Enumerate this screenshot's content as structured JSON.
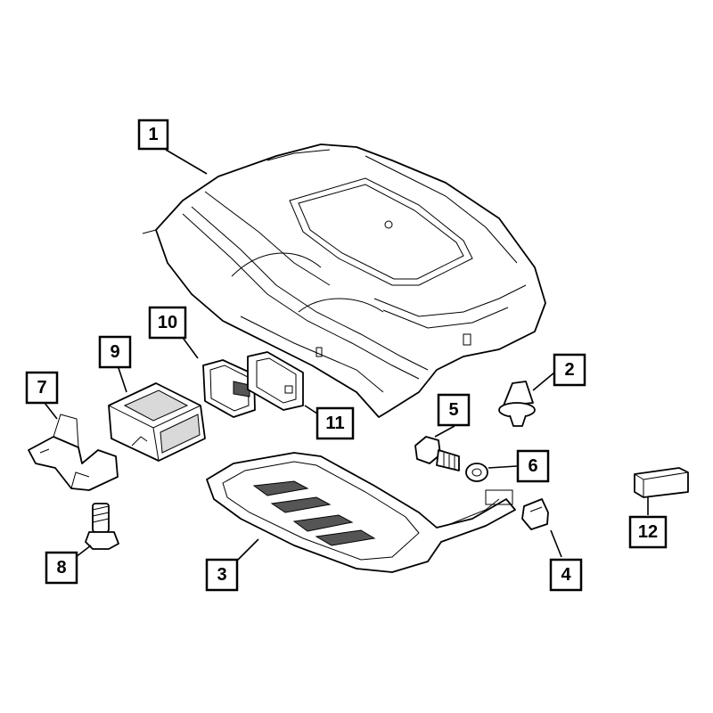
{
  "callouts": [
    {
      "id": "1",
      "label": "1"
    },
    {
      "id": "2",
      "label": "2"
    },
    {
      "id": "3",
      "label": "3"
    },
    {
      "id": "4",
      "label": "4"
    },
    {
      "id": "5",
      "label": "5"
    },
    {
      "id": "6",
      "label": "6"
    },
    {
      "id": "7",
      "label": "7"
    },
    {
      "id": "8",
      "label": "8"
    },
    {
      "id": "9",
      "label": "9"
    },
    {
      "id": "10",
      "label": "10"
    },
    {
      "id": "11",
      "label": "11"
    },
    {
      "id": "12",
      "label": "12"
    }
  ],
  "colors": {
    "line": "#000000",
    "background": "#ffffff",
    "shade": "#d9d9d9"
  }
}
